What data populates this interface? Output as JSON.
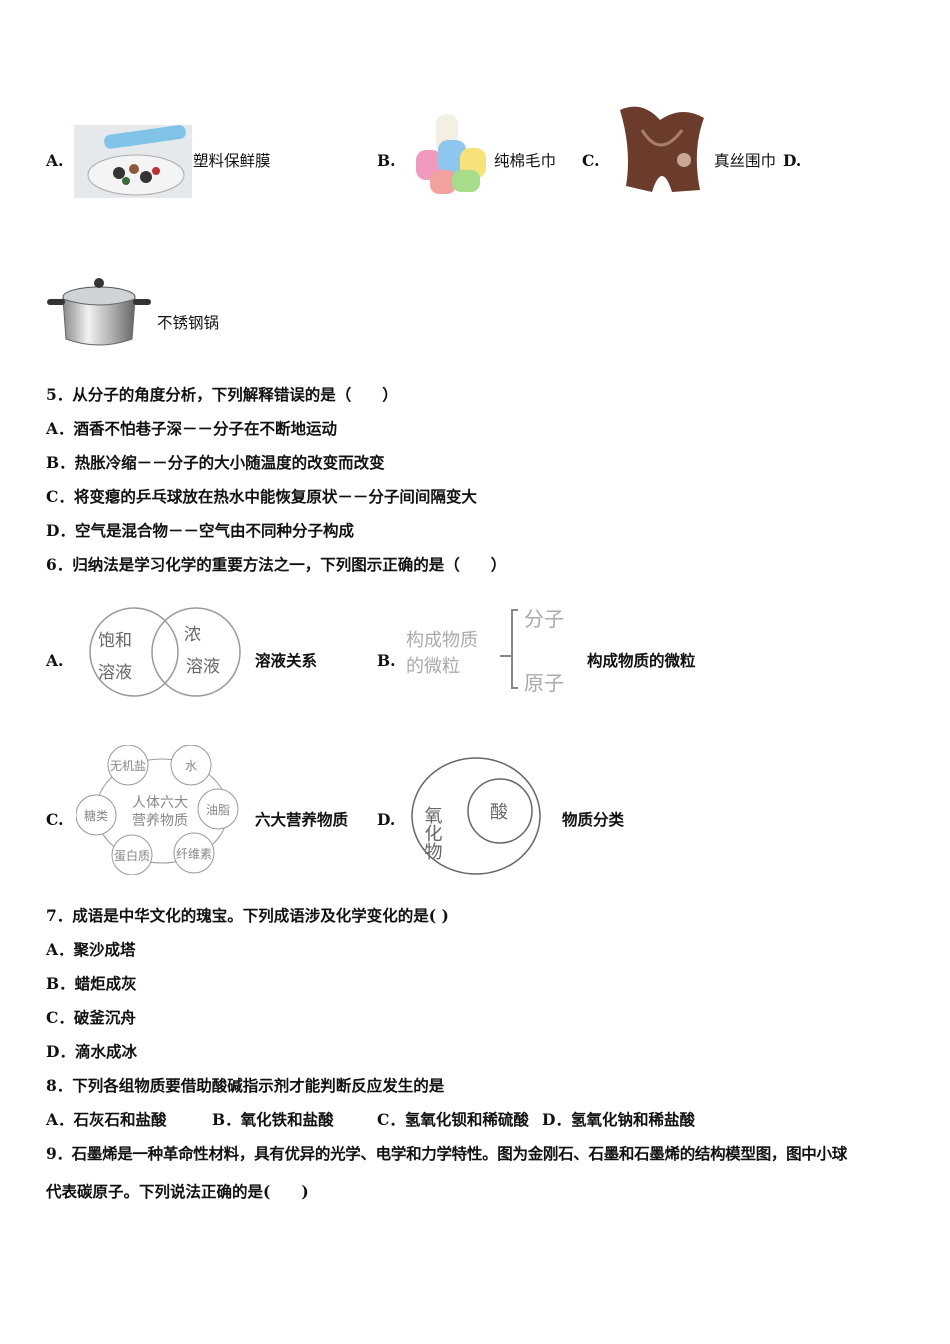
{
  "q4": {
    "options": [
      {
        "letter": "A.",
        "label": "塑料保鲜膜"
      },
      {
        "letter": "B.",
        "label": "纯棉毛巾"
      },
      {
        "letter": "C.",
        "label": "真丝围巾"
      },
      {
        "letter": "D.",
        "label": "不锈钢锅"
      }
    ]
  },
  "q5": {
    "stem": "5．从分子的角度分析，下列解释错误的是（　　）",
    "options": [
      "A．酒香不怕巷子深－－分子在不断地运动",
      "B．热胀冷缩－－分子的大小随温度的改变而改变",
      "C．将变瘪的乒乓球放在热水中能恢复原状－－分子间间隔变大",
      "D．空气是混合物－－空气由不同种分子构成"
    ]
  },
  "q6": {
    "stem": "6．归纳法是学习化学的重要方法之一，下列图示正确的是（　　）",
    "options": [
      {
        "letter": "A.",
        "caption": "溶液关系",
        "diagram": {
          "left": [
            "饱和",
            "溶液"
          ],
          "right": [
            "浓",
            "溶液"
          ]
        }
      },
      {
        "letter": "B.",
        "caption": "构成物质的微粒",
        "diagram": {
          "root": [
            "构成物质",
            "的微粒"
          ],
          "branches": [
            "分子",
            "原子"
          ]
        }
      },
      {
        "letter": "C.",
        "caption": "六大营养物质",
        "diagram": {
          "center": [
            "人体六大",
            "营养物质"
          ],
          "nodes": [
            "无机盐",
            "水",
            "油脂",
            "纤维素",
            "蛋白质",
            "糖类"
          ]
        }
      },
      {
        "letter": "D.",
        "caption": "物质分类",
        "diagram": {
          "outer": "氧化物",
          "inner": "酸"
        }
      }
    ]
  },
  "q7": {
    "stem": "7．成语是中华文化的瑰宝。下列成语涉及化学变化的是( )",
    "options": [
      "A．聚沙成塔",
      "B．蜡炬成灰",
      "C．破釜沉舟",
      "D．滴水成冰"
    ]
  },
  "q8": {
    "stem": "8．下列各组物质要借助酸碱指示剂才能判断反应发生的是",
    "options": [
      "A．石灰石和盐酸",
      "B．氧化铁和盐酸",
      "C．氢氧化钡和稀硫酸",
      "D．氢氧化钠和稀盐酸"
    ]
  },
  "q9": {
    "line1": "9．石墨烯是一种革命性材料，具有优异的光学、电学和力学特性。图为金刚石、石墨和石墨烯的结构模型图，图中小球",
    "line2": "代表碳原子。下列说法正确的是(　　)"
  }
}
